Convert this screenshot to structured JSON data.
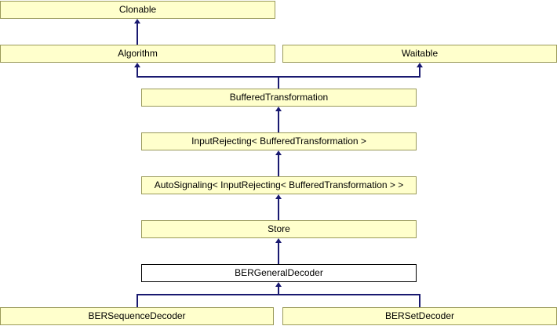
{
  "diagram": {
    "kind": "class-inheritance-diagram",
    "background": "#ffffff",
    "colors": {
      "node_fill": "#ffffcc",
      "node_border": "#9a9a5a",
      "highlight_fill": "#ffffff",
      "highlight_border": "#000000",
      "edge": "#191970",
      "text": "#000000"
    },
    "nodes": [
      {
        "id": "clonable",
        "label": "Clonable",
        "highlighted": false
      },
      {
        "id": "algorithm",
        "label": "Algorithm",
        "highlighted": false
      },
      {
        "id": "waitable",
        "label": "Waitable",
        "highlighted": false
      },
      {
        "id": "buffered-transformation",
        "label": "BufferedTransformation",
        "highlighted": false
      },
      {
        "id": "input-rejecting",
        "label": "InputRejecting< BufferedTransformation >",
        "highlighted": false
      },
      {
        "id": "auto-signaling",
        "label": "AutoSignaling< InputRejecting< BufferedTransformation > >",
        "highlighted": false
      },
      {
        "id": "store",
        "label": "Store",
        "highlighted": false
      },
      {
        "id": "ber-general-decoder",
        "label": "BERGeneralDecoder",
        "highlighted": true
      },
      {
        "id": "ber-sequence-decoder",
        "label": "BERSequenceDecoder",
        "highlighted": false
      },
      {
        "id": "ber-set-decoder",
        "label": "BERSetDecoder",
        "highlighted": false
      }
    ],
    "edges": [
      {
        "from": "Algorithm",
        "to": "Clonable"
      },
      {
        "from": "BufferedTransformation",
        "to": "Algorithm"
      },
      {
        "from": "BufferedTransformation",
        "to": "Waitable"
      },
      {
        "from": "InputRejecting< BufferedTransformation >",
        "to": "BufferedTransformation"
      },
      {
        "from": "AutoSignaling< InputRejecting< BufferedTransformation > >",
        "to": "InputRejecting< BufferedTransformation >"
      },
      {
        "from": "Store",
        "to": "AutoSignaling< InputRejecting< BufferedTransformation > >"
      },
      {
        "from": "BERGeneralDecoder",
        "to": "Store"
      },
      {
        "from": "BERSequenceDecoder",
        "to": "BERGeneralDecoder"
      },
      {
        "from": "BERSetDecoder",
        "to": "BERGeneralDecoder"
      }
    ]
  }
}
